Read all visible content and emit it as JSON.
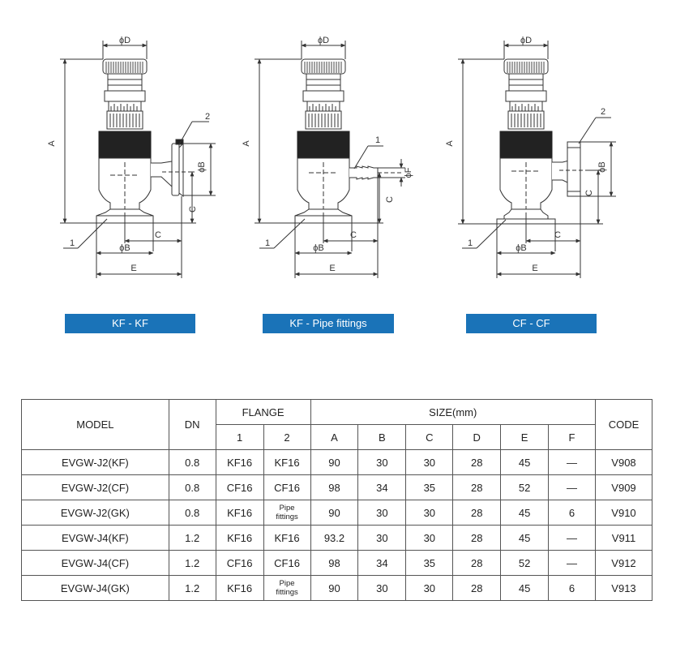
{
  "diagrams": [
    {
      "caption": "KF - KF",
      "labels": {
        "D": "ϕD",
        "A": "A",
        "B": "ϕB",
        "C": "C",
        "Cbottom": "C",
        "Bbottom": "ϕB",
        "E": "E",
        "callout_top": "2",
        "callout_bottom": "1"
      }
    },
    {
      "caption": "KF - Pipe fittings",
      "labels": {
        "D": "ϕD",
        "A": "A",
        "F": "ϕF",
        "C": "C",
        "Cbottom": "C",
        "Bbottom": "ϕB",
        "E": "E",
        "callout_top": "1",
        "callout_bottom": "1"
      }
    },
    {
      "caption": "CF - CF",
      "labels": {
        "D": "ϕD",
        "A": "A",
        "B": "ϕB",
        "C": "C",
        "Cbottom": "C",
        "Bbottom": "ϕB",
        "E": "E",
        "callout_top": "2",
        "callout_bottom": "1"
      }
    }
  ],
  "table": {
    "header": {
      "model": "MODEL",
      "dn": "DN",
      "flange": "FLANGE",
      "flange_cols": [
        "1",
        "2"
      ],
      "size": "SIZE(mm)",
      "size_cols": [
        "A",
        "B",
        "C",
        "D",
        "E",
        "F"
      ],
      "code": "CODE"
    },
    "rows": [
      {
        "model": "EVGW-J2(KF)",
        "dn": "0.8",
        "f1": "KF16",
        "f2": "KF16",
        "f2_line1": "",
        "f2_line2": "",
        "A": "90",
        "B": "30",
        "C": "30",
        "D": "28",
        "E": "45",
        "F": "—",
        "code": "V908"
      },
      {
        "model": "EVGW-J2(CF)",
        "dn": "0.8",
        "f1": "CF16",
        "f2": "CF16",
        "f2_line1": "",
        "f2_line2": "",
        "A": "98",
        "B": "34",
        "C": "35",
        "D": "28",
        "E": "52",
        "F": "—",
        "code": "V909"
      },
      {
        "model": "EVGW-J2(GK)",
        "dn": "0.8",
        "f1": "KF16",
        "f2": "",
        "f2_line1": "Pipe",
        "f2_line2": "fittings",
        "A": "90",
        "B": "30",
        "C": "30",
        "D": "28",
        "E": "45",
        "F": "6",
        "code": "V910"
      },
      {
        "model": "EVGW-J4(KF)",
        "dn": "1.2",
        "f1": "KF16",
        "f2": "KF16",
        "f2_line1": "",
        "f2_line2": "",
        "A": "93.2",
        "B": "30",
        "C": "30",
        "D": "28",
        "E": "45",
        "F": "—",
        "code": "V911"
      },
      {
        "model": "EVGW-J4(CF)",
        "dn": "1.2",
        "f1": "CF16",
        "f2": "CF16",
        "f2_line1": "",
        "f2_line2": "",
        "A": "98",
        "B": "34",
        "C": "35",
        "D": "28",
        "E": "52",
        "F": "—",
        "code": "V912"
      },
      {
        "model": "EVGW-J4(GK)",
        "dn": "1.2",
        "f1": "KF16",
        "f2": "",
        "f2_line1": "Pipe",
        "f2_line2": "fittings",
        "A": "90",
        "B": "30",
        "C": "30",
        "D": "28",
        "E": "45",
        "F": "6",
        "code": "V913"
      }
    ]
  },
  "colors": {
    "caption_bg": "#1a73b8",
    "caption_text": "#ffffff",
    "body_dark": "#222222",
    "line": "#333333"
  }
}
